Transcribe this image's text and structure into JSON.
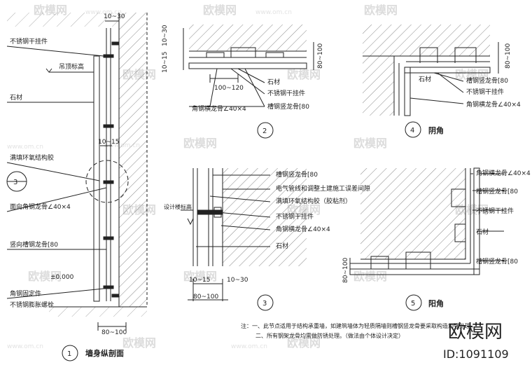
{
  "watermark": {
    "logo_text": "欧模网",
    "site_url": "www.om.cn",
    "id_label": "ID:1091109"
  },
  "detail1": {
    "number": "1",
    "title": "墙身纵剖面",
    "callout_number": "3",
    "dim_top": "10~30",
    "dim_mid": "10~15",
    "dim_bottom": "80~100",
    "labels": {
      "hanger": "不锈钢干挂件",
      "ceiling": "吊顶标高",
      "stone": "石材",
      "epoxy": "满填环氧结构胶",
      "angle_keel": "面向角钢龙骨∠40×4",
      "channel_keel": "竖向槽钢龙骨[80",
      "level": "±0.000",
      "angle_fixer": "角钢固定件",
      "anchor": "不锈钢膨胀螺栓"
    }
  },
  "detail2": {
    "number": "2",
    "dim_v1": "10~30",
    "dim_v2": "10~15",
    "dim_h": "100~120",
    "dim_right": "80~100",
    "labels": {
      "stone": "石材",
      "hanger": "不锈钢干挂件",
      "channel_keel": "槽钢竖龙骨[80",
      "angle_keel": "角钢横龙骨∠40×4"
    }
  },
  "detail3": {
    "number": "3",
    "dim_a": "10~15",
    "dim_b": "10~30",
    "dim_c": "80~100",
    "design_level": "设计楼标高",
    "labels": {
      "channel_keel": "槽钢竖龙骨[80",
      "pipe_note": "电气管线和调整土建施工误差间隙",
      "epoxy": "满填环氧结构胶（胶粘剂）",
      "hanger": "不锈钢干挂件",
      "angle_keel": "角钢横龙骨∠40×4",
      "stone": "石材"
    }
  },
  "detail4": {
    "number": "4",
    "title": "阴角",
    "dim_right": "80~100",
    "labels": {
      "stone": "石材",
      "channel_keel": "槽钢竖龙骨[80",
      "hanger": "不锈钢干挂件",
      "angle_keel": "角钢横龙骨∠40×4"
    }
  },
  "detail5": {
    "number": "5",
    "title": "阳角",
    "dim_left": "80~100",
    "labels": {
      "angle_keel": "角钢横龙骨∠40×4",
      "channel_keel": "槽钢竖龙骨[80",
      "hanger": "不锈钢干挂件",
      "stone": "石材",
      "channel_keel2": "槽钢竖龙骨[80"
    }
  },
  "notes": {
    "line1": "注：一、此节点适用于结构承重墙，如建筑墙体为轻质隔墙则槽钢竖龙骨要采取构造加强处理。",
    "line2": "二、所有钢架龙骨均需做防锈处理。（做法由个体设计决定）"
  }
}
